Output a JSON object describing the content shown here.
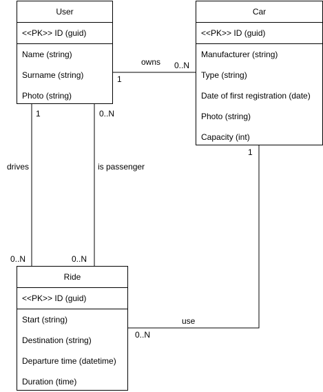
{
  "entities": {
    "user": {
      "title": "User",
      "pk": "<<PK>> ID (guid)",
      "attrs": [
        "Name (string)",
        "Surname (string)",
        "Photo (string)"
      ]
    },
    "car": {
      "title": "Car",
      "pk": "<<PK>> ID (guid)",
      "attrs": [
        "Manufacturer (string)",
        "Type (string)",
        "Date of first registration (date)",
        "Photo (string)",
        "Capacity (int)"
      ]
    },
    "ride": {
      "title": "Ride",
      "pk": "<<PK>> ID (guid)",
      "attrs": [
        "Start (string)",
        "Destination (string)",
        "Departure time (datetime)",
        "Duration (time)"
      ]
    }
  },
  "relations": {
    "owns": {
      "label": "owns",
      "from_card": "1",
      "to_card": "0..N"
    },
    "drives": {
      "label": "drives",
      "from_card": "1",
      "to_card": "0..N"
    },
    "passenger": {
      "label": "is passenger",
      "from_card": "0..N",
      "to_card": "0..N"
    },
    "use": {
      "label": "use",
      "from_card": "1",
      "to_card": "0..N"
    }
  }
}
